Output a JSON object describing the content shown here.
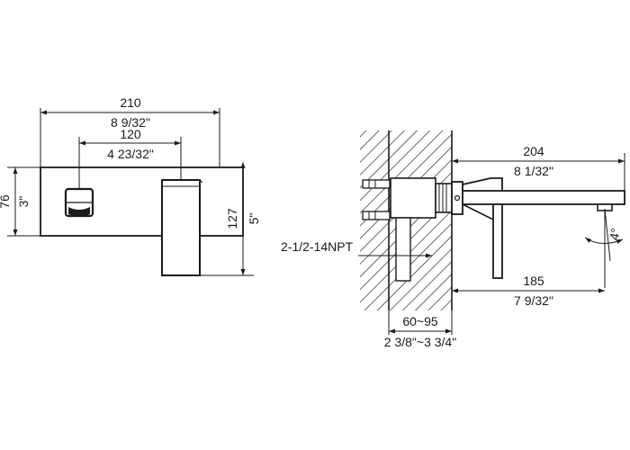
{
  "front_view": {
    "overall_width_mm": "210",
    "overall_width_in": "8 9/32\"",
    "center_distance_mm": "120",
    "center_distance_in": "4 23/32\"",
    "plate_height_mm": "76",
    "plate_height_in": "3\"",
    "handle_height_mm": "127",
    "handle_height_in": "5\""
  },
  "side_view": {
    "spout_reach_mm": "204",
    "spout_reach_in": "8 1/32\"",
    "spout_depth_mm": "185",
    "spout_depth_in": "7 9/32\"",
    "thread_spec": "2-1/2-14NPT",
    "wall_range_mm": "60~95",
    "wall_range_in": "2 3/8\"~3 3/4\"",
    "tilt_angle": "4°"
  },
  "colors": {
    "ink": "#1a1a1a",
    "background": "#ffffff"
  }
}
